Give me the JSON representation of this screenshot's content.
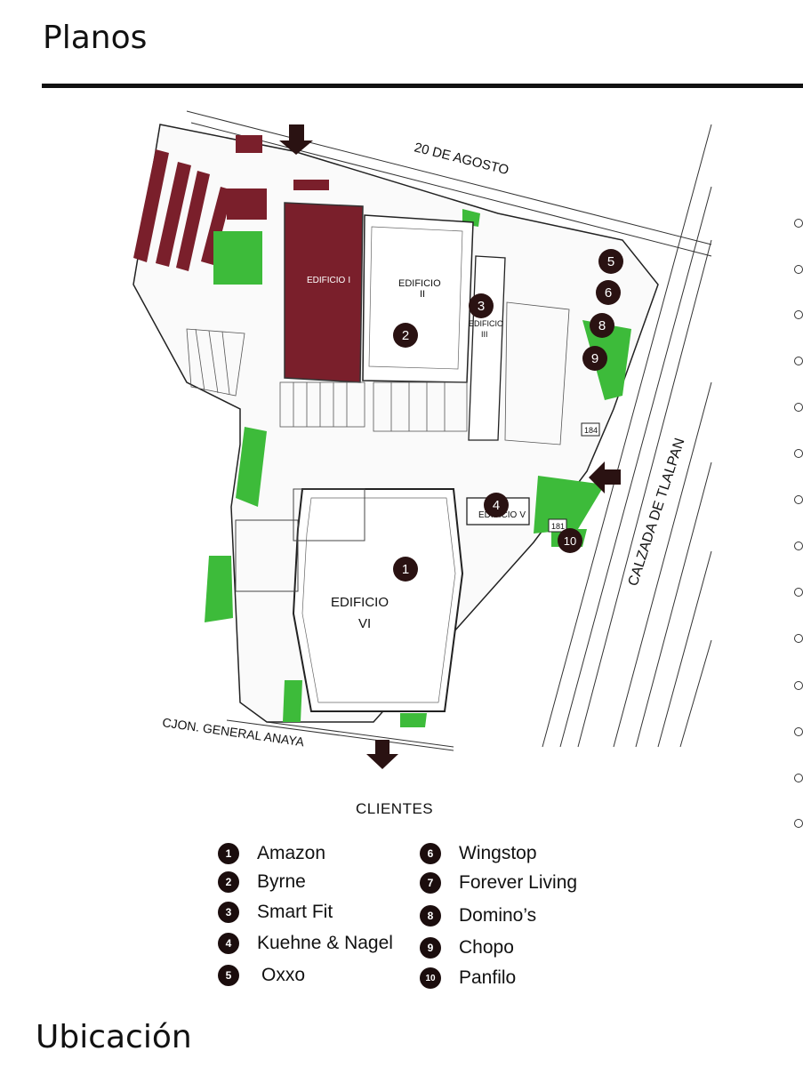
{
  "page": {
    "title": "Planos",
    "section_bottom": "Ubicación"
  },
  "map": {
    "streets": {
      "north": "20 DE AGOSTO",
      "east": "CALZADA DE TLALPAN",
      "south": "CJON. GENERAL ANAYA"
    },
    "buildings": [
      {
        "line1": "EDIFICIO",
        "line2": "I"
      },
      {
        "line1": "EDIFICIO",
        "line2": "II"
      },
      {
        "line1": "EDIFICIO",
        "line2": "III"
      },
      {
        "line1": "EDIFICIO",
        "line2": "V"
      },
      {
        "line1": "EDIFICIO",
        "line2": "VI"
      }
    ],
    "lot_numbers": [
      "184",
      "181"
    ],
    "markers": [
      "1",
      "2",
      "3",
      "4",
      "5",
      "6",
      "8",
      "9",
      "10"
    ],
    "colors": {
      "highlight_building": "#7a1f2b",
      "green_area": "#3dbb3a",
      "marker": "#2a1212",
      "lines": "#222222"
    }
  },
  "legend": {
    "title": "CLIENTES",
    "left": [
      {
        "num": "1",
        "name": "Amazon"
      },
      {
        "num": "2",
        "name": "Byrne"
      },
      {
        "num": "3",
        "name": "Smart Fit"
      },
      {
        "num": "4",
        "name": "Kuehne & Nagel"
      },
      {
        "num": "5",
        "name": "Oxxo"
      }
    ],
    "right": [
      {
        "num": "6",
        "name": "Wingstop"
      },
      {
        "num": "7",
        "name": "Forever Living"
      },
      {
        "num": "8",
        "name": "Domino’s"
      },
      {
        "num": "9",
        "name": "Chopo"
      },
      {
        "num": "10",
        "name": "Panfilo"
      }
    ]
  }
}
